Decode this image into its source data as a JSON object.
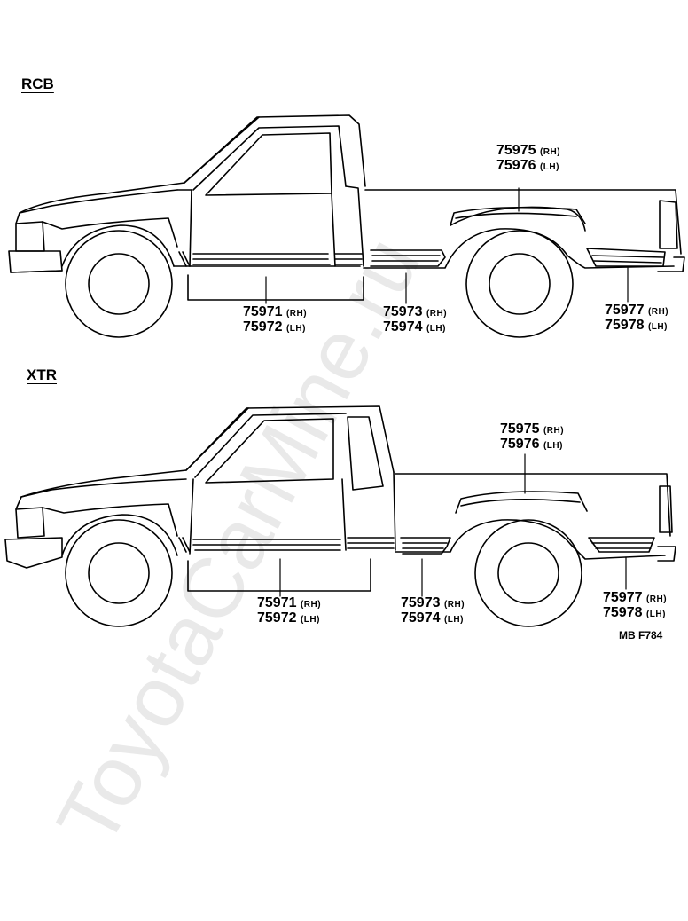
{
  "sections": {
    "rcb": {
      "title": "RCB",
      "callouts": [
        {
          "num1": "75975",
          "side1": "(RH)",
          "num2": "75976",
          "side2": "(LH)"
        },
        {
          "num1": "75971",
          "side1": "(RH)",
          "num2": "75972",
          "side2": "(LH)"
        },
        {
          "num1": "75973",
          "side1": "(RH)",
          "num2": "75974",
          "side2": "(LH)"
        },
        {
          "num1": "75977",
          "side1": "(RH)",
          "num2": "75978",
          "side2": "(LH)"
        }
      ]
    },
    "xtr": {
      "title": "XTR",
      "callouts": [
        {
          "num1": "75975",
          "side1": "(RH)",
          "num2": "75976",
          "side2": "(LH)"
        },
        {
          "num1": "75971",
          "side1": "(RH)",
          "num2": "75972",
          "side2": "(LH)"
        },
        {
          "num1": "75973",
          "side1": "(RH)",
          "num2": "75974",
          "side2": "(LH)"
        },
        {
          "num1": "75977",
          "side1": "(RH)",
          "num2": "75978",
          "side2": "(LH)"
        }
      ]
    }
  },
  "figure_code": "MB  F784",
  "watermark": "ToyotaCarMine.ru",
  "colors": {
    "line": "#000000",
    "background": "#ffffff",
    "watermark": "#e6e6e6"
  }
}
